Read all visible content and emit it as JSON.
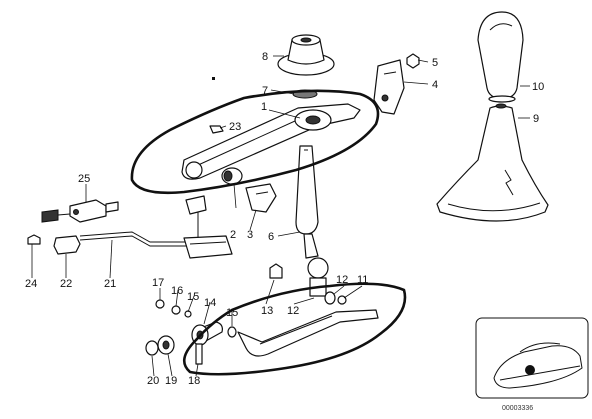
{
  "callouts": {
    "c1": "1",
    "c2": "2",
    "c3": "3",
    "c4": "4",
    "c5": "5",
    "c6": "6",
    "c7": "7",
    "c8": "8",
    "c9": "9",
    "c10": "10",
    "c11": "11",
    "c12a": "12",
    "c12b": "12",
    "c13": "13",
    "c14": "14",
    "c15a": "15",
    "c15b": "15",
    "c16": "16",
    "c17": "17",
    "c18": "18",
    "c19": "19",
    "c20": "20",
    "c21": "21",
    "c22": "22",
    "c23": "23",
    "c24": "24",
    "c25": "25"
  },
  "reference_number": "00003336",
  "colors": {
    "ink": "#111111",
    "background": "#ffffff"
  }
}
